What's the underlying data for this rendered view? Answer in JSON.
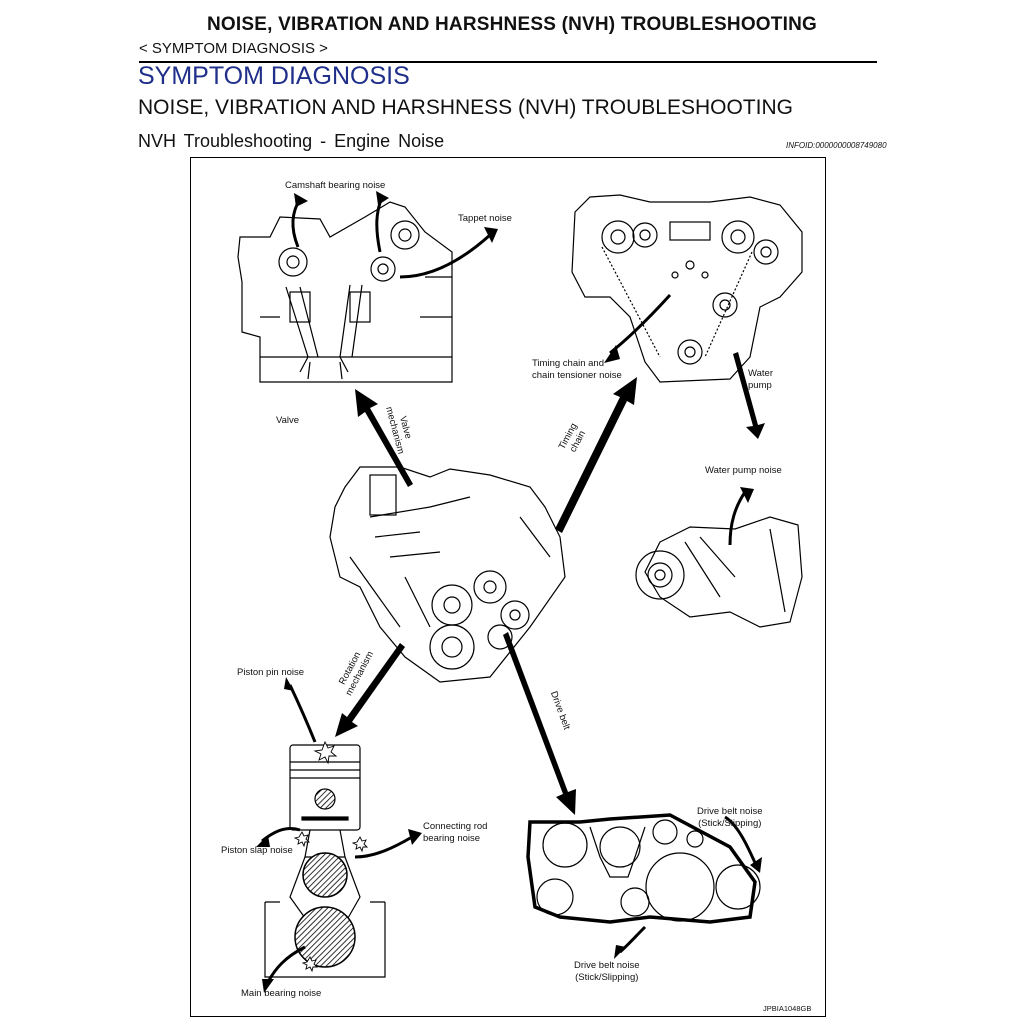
{
  "header": {
    "running_title": "NOISE, VIBRATION AND HARSHNESS (NVH) TROUBLESHOOTING",
    "breadcrumb": "< SYMPTOM DIAGNOSIS >"
  },
  "page": {
    "title": "SYMPTOM DIAGNOSIS",
    "subtitle": "NOISE, VIBRATION AND HARSHNESS (NVH) TROUBLESHOOTING",
    "section": "NVH Troubleshooting - Engine Noise",
    "info_id": "INFOID:0000000008749080"
  },
  "figure": {
    "labels": {
      "camshaft_bearing_noise": "Camshaft bearing noise",
      "tappet_noise": "Tappet noise",
      "valve": "Valve",
      "valve_mechanism": "Valve\nmechanism",
      "timing_chain_noise": "Timing chain and\nchain tensioner noise",
      "water_pump": "Water\npump",
      "timing_chain": "Timing\nchain",
      "water_pump_noise": "Water pump noise",
      "rotation_mechanism": "Rotation\nmechanism",
      "drive_belt": "Drive belt",
      "piston_pin_noise": "Piston pin noise",
      "piston_slap_noise": "Piston slap noise",
      "connecting_rod_noise": "Connecting rod\nbearing noise",
      "main_bearing_noise": "Main bearing noise",
      "drive_belt_noise_top": "Drive belt noise\n(Stick/Slipping)",
      "drive_belt_noise_bottom": "Drive belt noise\n(Stick/Slipping)"
    },
    "code": "JPBIA1048GB"
  }
}
